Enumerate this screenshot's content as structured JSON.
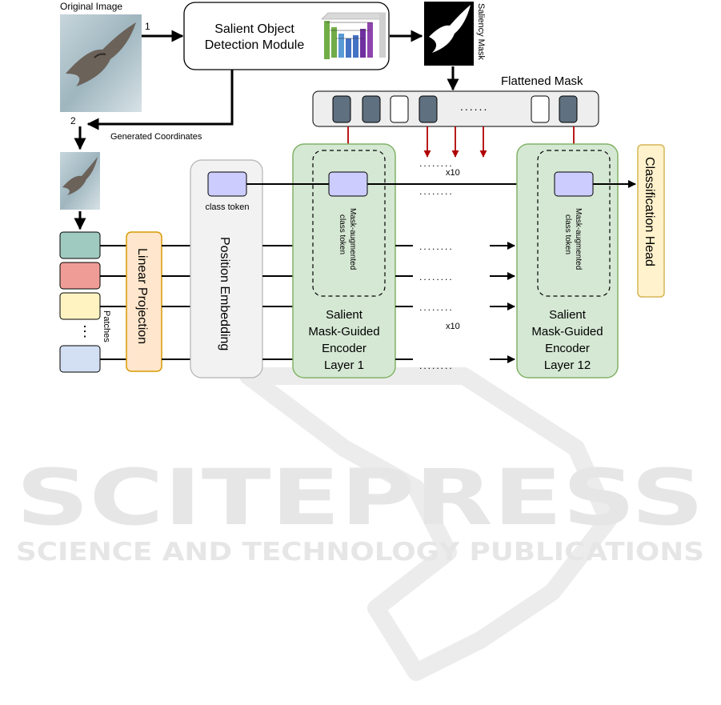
{
  "labels": {
    "original_image": "Original Image",
    "step_1": "1",
    "step_2": "2",
    "sod_module_line1": "Salient Object",
    "sod_module_line2": "Detection Module",
    "saliency_mask": "Saliency Mask",
    "flattened_mask": "Flattened Mask",
    "generated_coordinates": "Generated Coordinates",
    "class_token": "class token",
    "linear_projection": "Linear Projection",
    "position_embedding": "Position Embedding",
    "patches": "Patches",
    "mask_aug_line1": "Mask-augmented",
    "mask_aug_line2": "class token",
    "encoder1_line1": "Salient",
    "encoder1_line2": "Mask-Guided",
    "encoder1_line3": "Encoder",
    "encoder1_line4": "Layer 1",
    "encoder12_line1": "Salient",
    "encoder12_line2": "Mask-Guided",
    "encoder12_line3": "Encoder",
    "encoder12_line4": "Layer 12",
    "repeat_top": "x10",
    "repeat_bottom": "x10",
    "classification_head": "Classification Head",
    "flattened_dots": "......",
    "patch_dots": "⋮",
    "dots_row": "........"
  },
  "watermark": {
    "line1": "SCITEPRESS",
    "line2": "SCIENCE AND TECHNOLOGY PUBLICATIONS"
  },
  "colors": {
    "patch_1": "#9fcac0",
    "patch_2": "#f09c96",
    "patch_3": "#fff3c2",
    "patch_4": "#d3dff2",
    "linear_projection_fill": "#ffe6cc",
    "linear_projection_stroke": "#d79b00",
    "position_embedding_fill": "#f2f2f2",
    "encoder_fill": "#d5e8d4",
    "encoder_stroke": "#82b366",
    "token_fill": "#ccccff",
    "mask_cell_dark": "#5f7080",
    "mask_cell_light": "#ffffff",
    "red_arrow": "#b00000",
    "classification_head_fill": "#fff2cc",
    "classification_head_stroke": "#d6b656",
    "watermark": "#e6e6e6"
  }
}
